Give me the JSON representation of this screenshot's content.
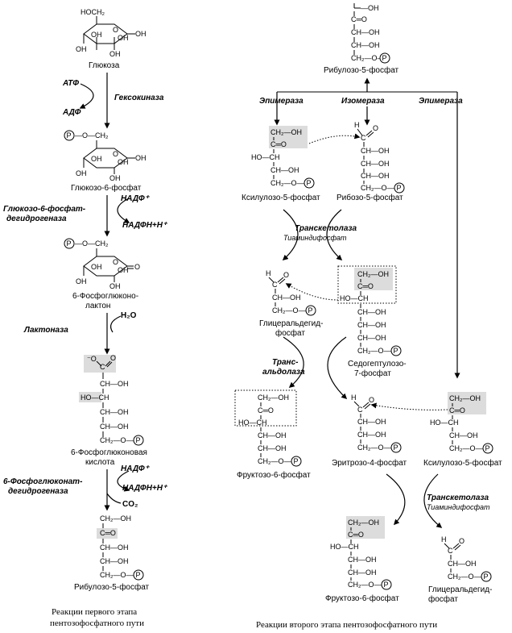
{
  "stage1": {
    "compounds": {
      "glucose": "Глюкоза",
      "g6p": "Глюкозо-6-фосфат",
      "lactone_l1": "6-Фосфоглюконо-",
      "lactone_l2": "лактон",
      "pgluconate_l1": "6-Фосфоглюконовая",
      "pgluconate_l2": "кислота",
      "ribulose5p": "Рибулозо-5-фосфат"
    },
    "enzymes": {
      "hexokinase": "Гексокиназа",
      "g6pdh_l1": "Глюкозо-6-фосфат-",
      "g6pdh_l2": "дегидрогеназа",
      "lactonase": "Лактоназа",
      "pgdh_l1": "6-Фосфоглюконат-",
      "pgdh_l2": "дегидрогеназа"
    },
    "cofactors": {
      "atp": "АТФ",
      "adp": "АДФ",
      "nadp1": "НАДФ⁺",
      "nadph1": "НАДФН+Н⁺",
      "water": "H₂O",
      "nadp2": "НАДФ⁺",
      "nadph2": "НАДФН+Н⁺",
      "co2": "CO₂"
    },
    "caption_l1": "Реакции первого этапа",
    "caption_l2": "пентозофосфатного пути"
  },
  "stage2": {
    "compounds": {
      "ribulose5p": "Рибулозо-5-фосфат",
      "xylulose5p": "Ксилулозо-5-фосфат",
      "ribose5p": "Рибозо-5-фосфат",
      "gap1_l1": "Глицеральдегид-",
      "gap1_l2": "фосфат",
      "sedo_l1": "Седогептулозо-",
      "sedo_l2": "7-фосфат",
      "f6p1": "Фруктозо-6-фосфат",
      "erythrose4p": "Эритрозо-4-фосфат",
      "xylulose5p_b": "Ксилулозо-5-фосфат",
      "f6p2": "Фруктозо-6-фосфат",
      "gap2_l1": "Глицеральдегид-",
      "gap2_l2": "фосфат"
    },
    "enzymes": {
      "epimerase_l": "Эпимераза",
      "isomerase": "Изомераза",
      "epimerase_r": "Эпимераза",
      "transketolase1": "Транскетолаза",
      "tpp1": "Тиаминдифосфат",
      "transaldolase_l1": "Транс-",
      "transaldolase_l2": "альдолаза",
      "transketolase2": "Транскетолаза",
      "tpp2": "Тиаминдифосфат"
    },
    "caption": "Реакции второго этапа пентозофосфатного пути"
  },
  "structure": {
    "ch2oh": "CH₂—OH",
    "co": "C═O",
    "choh": "CH—OH",
    "hoch": "HO—CH",
    "ch2op": "CH₂—O—",
    "hoch2": "HOCH₂",
    "oh": "OH",
    "o": "O",
    "h": "H",
    "p": "P",
    "ominus": "⁻O",
    "ch2": "CH₂",
    "oline": "P—O—CH₂"
  }
}
